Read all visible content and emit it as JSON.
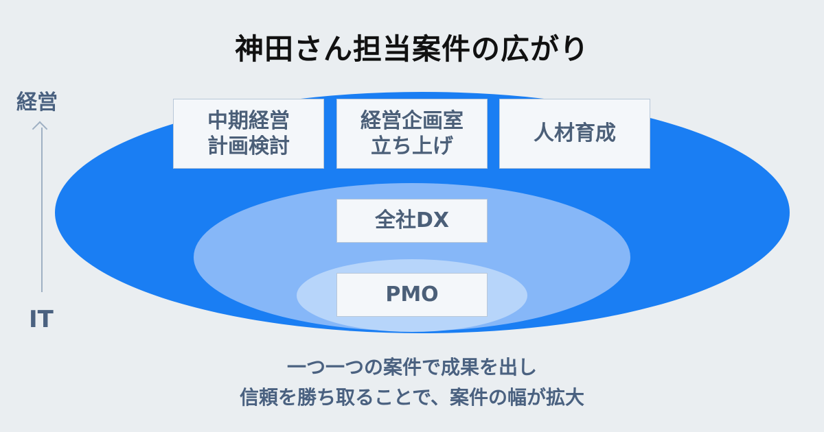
{
  "title": "神田さん担当案件の広がり",
  "axis": {
    "top_label": "経営",
    "bottom_label": "IT"
  },
  "outer_boxes": [
    "中期経営\n計画検討",
    "経営企画室\n立ち上げ",
    "人材育成"
  ],
  "middle_box": "全社DX",
  "inner_box": "PMO",
  "caption": {
    "line1": "一つ一つの案件で成果を出し",
    "line2": "信頼を勝ち取ることで、案件の幅が拡大"
  },
  "colors": {
    "background": "#eaeef1",
    "outer_ellipse": "#1a7ef3",
    "middle_ellipse": "#86b7f8",
    "inner_ellipse": "#b7d5fa",
    "text_accent": "#4a6180"
  }
}
